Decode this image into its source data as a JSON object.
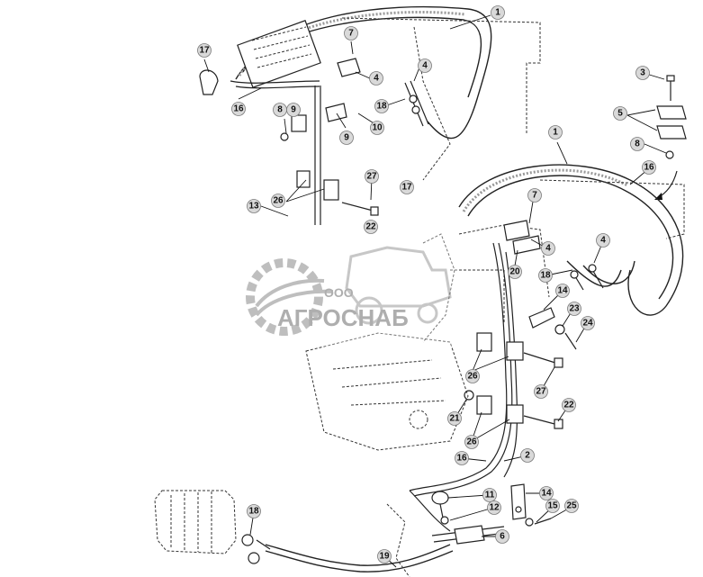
{
  "callouts": [
    {
      "label": "1"
    },
    {
      "label": "17"
    },
    {
      "label": "7"
    },
    {
      "label": "16"
    },
    {
      "label": "8"
    },
    {
      "label": "9"
    },
    {
      "label": "4"
    },
    {
      "label": "18"
    },
    {
      "label": "4"
    },
    {
      "label": "9"
    },
    {
      "label": "10"
    },
    {
      "label": "3"
    },
    {
      "label": "5"
    },
    {
      "label": "8"
    },
    {
      "label": "1"
    },
    {
      "label": "16"
    },
    {
      "label": "27"
    },
    {
      "label": "26"
    },
    {
      "label": "13"
    },
    {
      "label": "17"
    },
    {
      "label": "22"
    },
    {
      "label": "7"
    },
    {
      "label": "4"
    },
    {
      "label": "4"
    },
    {
      "label": "20"
    },
    {
      "label": "18"
    },
    {
      "label": "14"
    },
    {
      "label": "23"
    },
    {
      "label": "24"
    },
    {
      "label": "26"
    },
    {
      "label": "27"
    },
    {
      "label": "21"
    },
    {
      "label": "22"
    },
    {
      "label": "26"
    },
    {
      "label": "2"
    },
    {
      "label": "16"
    },
    {
      "label": "11"
    },
    {
      "label": "14"
    },
    {
      "label": "12"
    },
    {
      "label": "15"
    },
    {
      "label": "25"
    },
    {
      "label": "18"
    },
    {
      "label": "6"
    },
    {
      "label": "19"
    }
  ],
  "watermark": {
    "prefix": "ООО",
    "name": "АГРОСНАБ"
  }
}
